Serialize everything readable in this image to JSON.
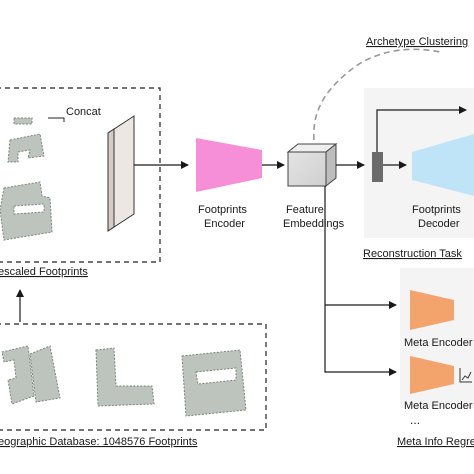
{
  "labels": {
    "concat": "Concat",
    "rescaled_footprints": "escaled Footprints",
    "footprints_encoder_1": "Footprints",
    "footprints_encoder_2": "Encoder",
    "feature_embeddings_1": "Feature",
    "feature_embeddings_2": "Embeddings",
    "archetype_clustering": "Archetype Clustering",
    "footprints_decoder_1": "Footprints",
    "footprints_decoder_2": "Decoder",
    "reconstruction_task": "Reconstruction Task",
    "meta_encoder_1": "Meta Encoder",
    "meta_encoder_2": "Meta Encoder",
    "ellipsis": "...",
    "geographic_database": "eographic Database: 1048576 Footprints",
    "meta_info_regression": "Meta Info Regre"
  },
  "colors": {
    "encoder": "#f78fd8",
    "decoder": "#bfe3f7",
    "meta_encoder": "#f3a46d",
    "footprint_fill": "#bcc4bd",
    "panel": "#f4f4f4",
    "dash": "#222222",
    "dashed_curve": "#999999"
  },
  "icons": [
    "footprint-polygons",
    "concat-plate",
    "feature-cube",
    "trend-chart-icon"
  ]
}
